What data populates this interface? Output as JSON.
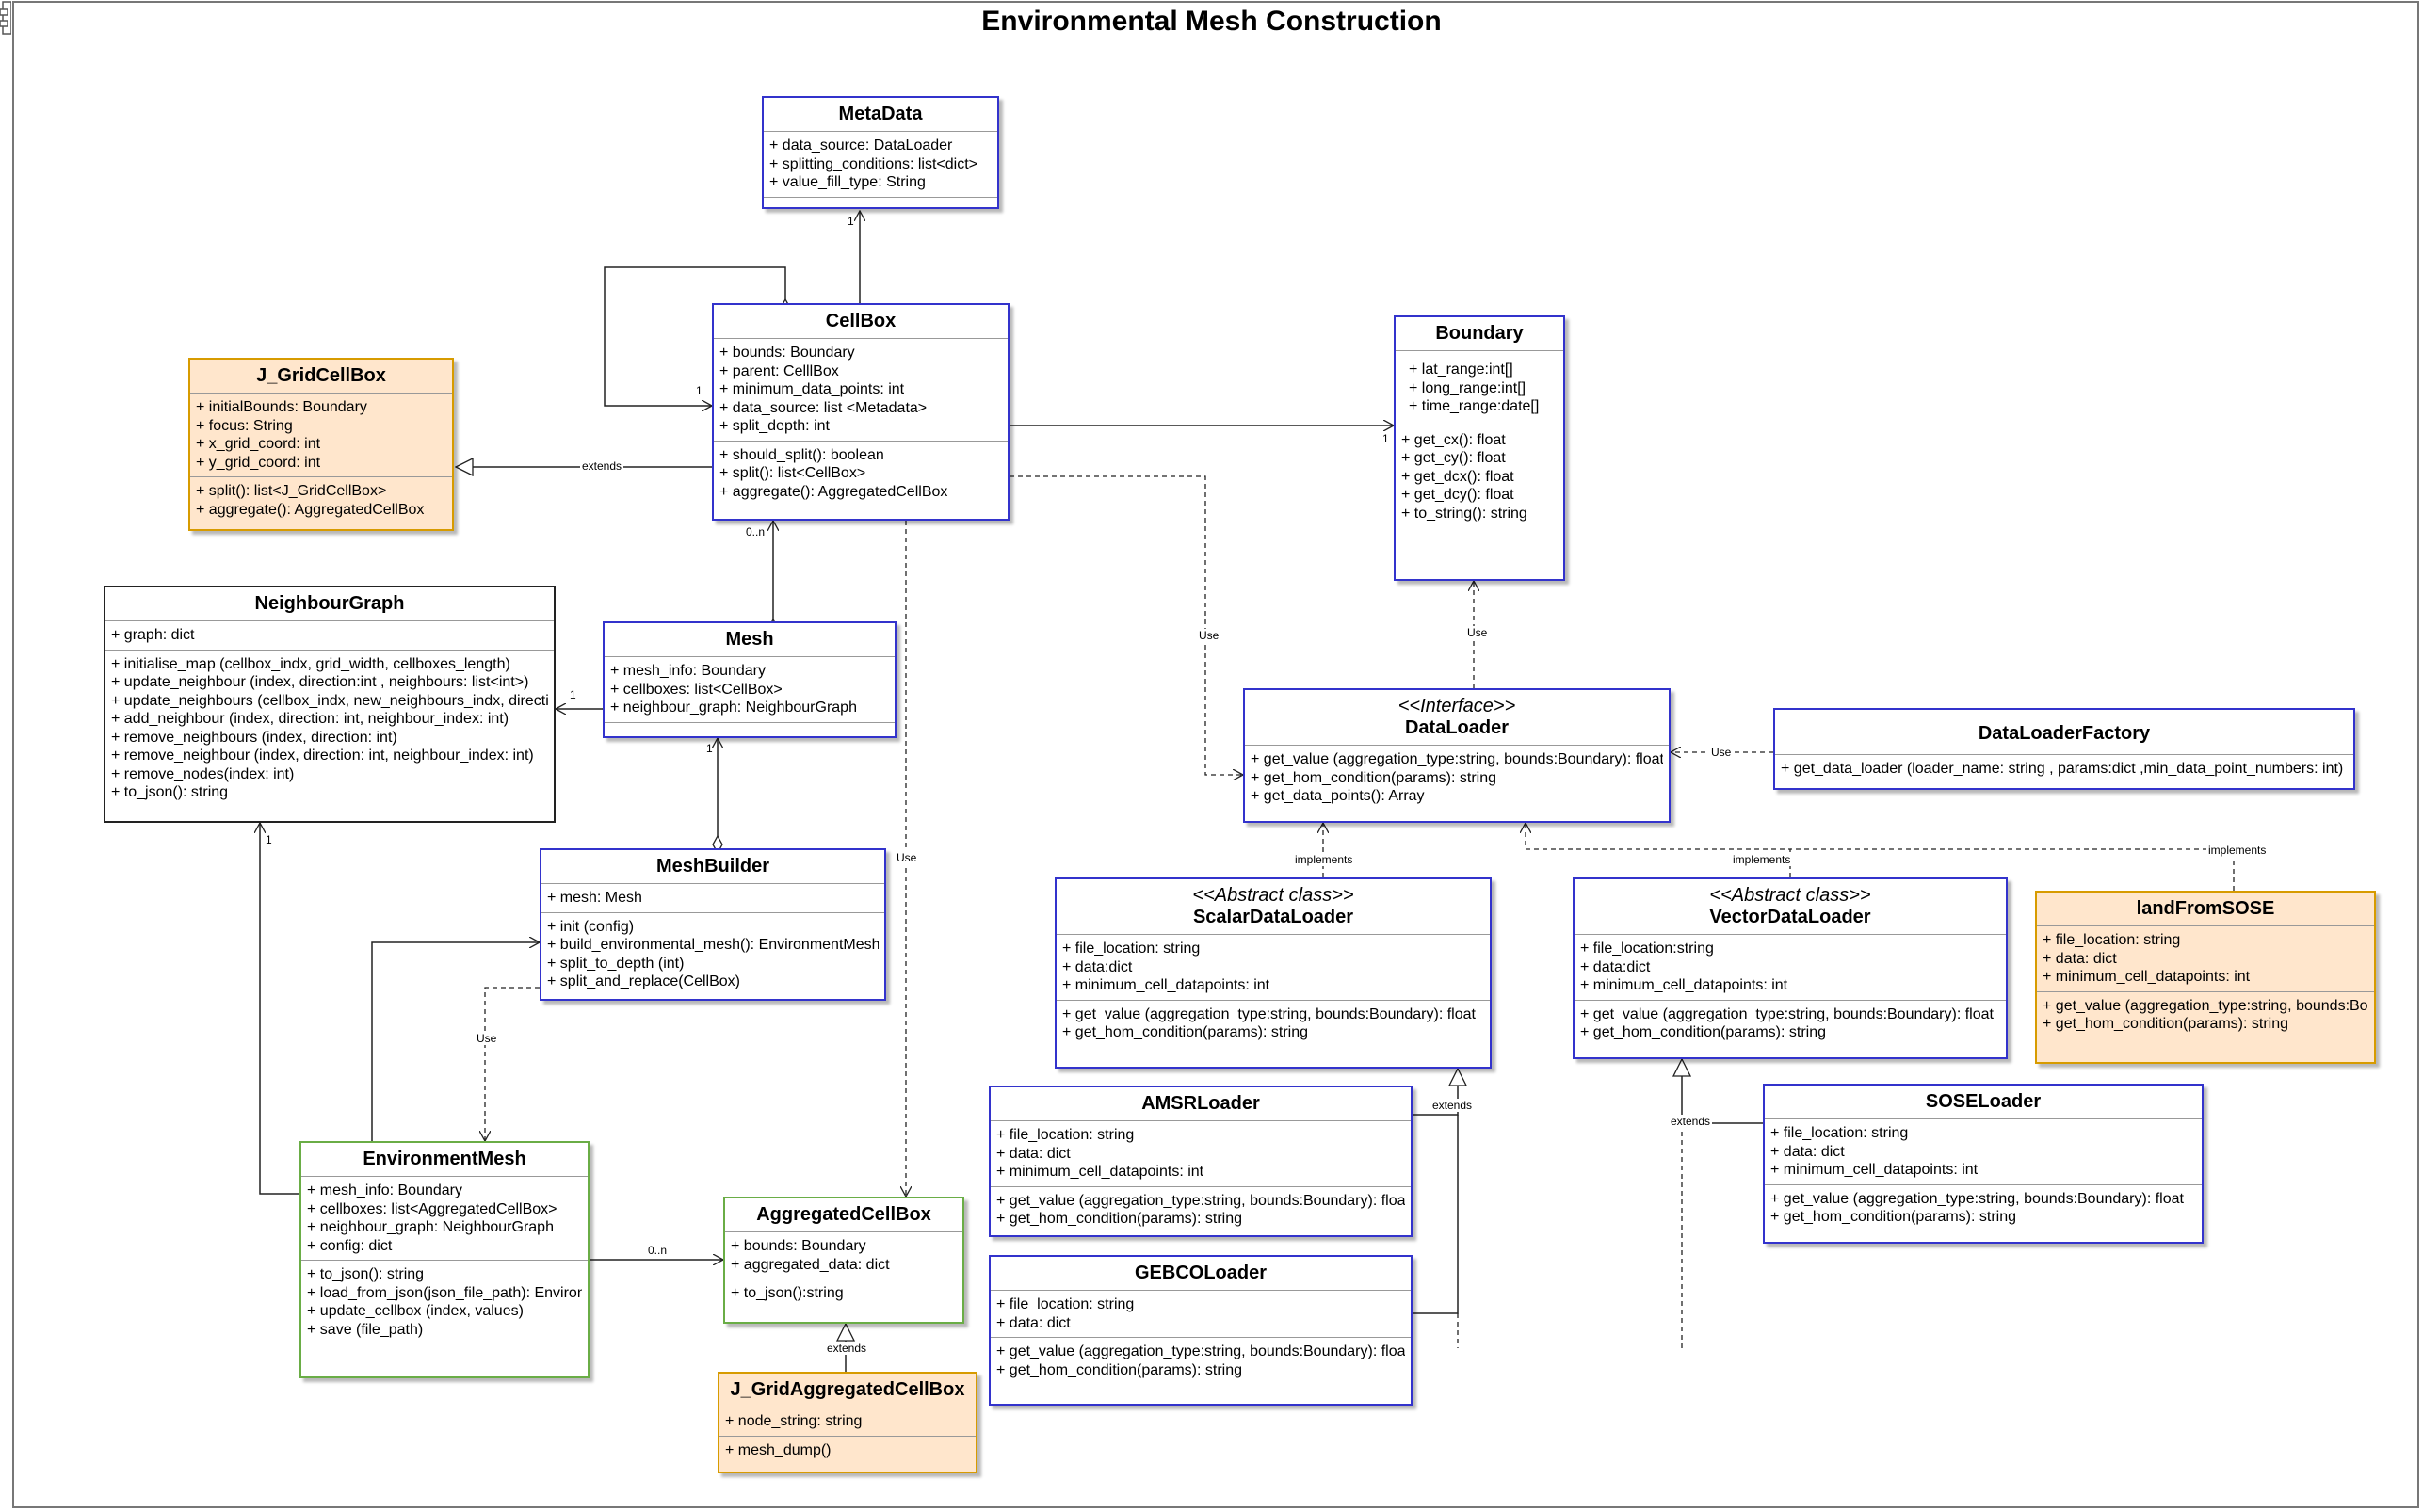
{
  "title": "Environmental Mesh Construction",
  "classes": {
    "metadata": {
      "name": "MetaData",
      "attrs": [
        "+ data_source: DataLoader",
        "+ splitting_conditions: list<dict>",
        "+ value_fill_type: String"
      ],
      "methods": []
    },
    "cellbox": {
      "name": "CellBox",
      "attrs": [
        "+ bounds: Boundary",
        "+ parent: CelllBox",
        "+ minimum_data_points: int",
        "+ data_source: list <Metadata>",
        "+ split_depth: int"
      ],
      "methods": [
        "+ should_split(): boolean",
        "+ split(): list<CellBox>",
        "+ aggregate(): AggregatedCellBox"
      ]
    },
    "boundary": {
      "name": "Boundary",
      "attrs": [
        "+ lat_range:int[]",
        "+ long_range:int[]",
        "+ time_range:date[]"
      ],
      "methods": [
        "+ get_cx(): float",
        "+ get_cy(): float",
        "+ get_dcx(): float",
        "+ get_dcy(): float",
        "+ to_string(): string"
      ]
    },
    "jgridcellbox": {
      "name": "J_GridCellBox",
      "attrs": [
        "+ initialBounds: Boundary",
        "+ focus: String",
        "+ x_grid_coord: int",
        "+ y_grid_coord: int"
      ],
      "methods": [
        "+ split(): list<J_GridCellBox>",
        "+ aggregate(): AggregatedCellBox"
      ]
    },
    "neighbourgraph": {
      "name": "NeighbourGraph",
      "attrs": [
        "+ graph: dict"
      ],
      "methods": [
        "+ initialise_map (cellbox_indx, grid_width, cellboxes_length)",
        "+ update_neighbour (index, direction:int , neighbours: list<int>)",
        "+ update_neighbours (cellbox_indx, new_neighbours_indx, direction",
        "+ add_neighbour (index, direction: int, neighbour_index: int)",
        "+ remove_neighbours (index, direction: int)",
        "+ remove_neighbour (index, direction: int, neighbour_index: int)",
        "+ remove_nodes(index: int)",
        "+ to_json(): string"
      ]
    },
    "mesh": {
      "name": "Mesh",
      "attrs": [
        "+ mesh_info: Boundary",
        "+ cellboxes: list<CellBox>",
        "+ neighbour_graph: NeighbourGraph"
      ],
      "methods": []
    },
    "meshbuilder": {
      "name": "MeshBuilder",
      "attrs": [
        "+ mesh: Mesh"
      ],
      "methods": [
        "+ init (config)",
        "+ build_environmental_mesh(): EnvironmentMesh",
        "+ split_to_depth (int)",
        "+ split_and_replace(CellBox)"
      ]
    },
    "environmentmesh": {
      "name": "EnvironmentMesh",
      "attrs": [
        "+ mesh_info: Boundary",
        "+ cellboxes: list<AggregatedCellBox>",
        "+ neighbour_graph: NeighbourGraph",
        "+ config: dict"
      ],
      "methods": [
        "+ to_json(): string",
        "+ load_from_json(json_file_path): Environm",
        "+ update_cellbox (index, values)",
        "+ save (file_path)"
      ]
    },
    "aggregatedcellbox": {
      "name": "AggregatedCellBox",
      "attrs": [
        "+ bounds: Boundary",
        "+ aggregated_data: dict"
      ],
      "methods": [
        "+ to_json():string"
      ]
    },
    "jgridaggregated": {
      "name": "J_GridAggregatedCellBox",
      "attrs": [
        "+ node_string: string"
      ],
      "methods": [
        "+ mesh_dump()"
      ]
    },
    "dataloader": {
      "stereotype": "<<Interface>>",
      "name": "DataLoader",
      "attrs": [
        "+ get_value (aggregation_type:string, bounds:Boundary): float",
        "+ get_hom_condition(params): string",
        "+ get_data_points(): Array"
      ],
      "methods": []
    },
    "dataloaderfactory": {
      "name": "DataLoaderFactory",
      "attrs": [
        "+ get_data_loader (loader_name: string , params:dict ,min_data_point_numbers: int)"
      ],
      "methods": []
    },
    "scalardataloader": {
      "stereotype": "<<Abstract class>>",
      "name": "ScalarDataLoader",
      "attrs": [
        "+ file_location: string",
        "+ data:dict",
        "+ minimum_cell_datapoints: int"
      ],
      "methods": [
        "+ get_value (aggregation_type:string, bounds:Boundary): float",
        "+ get_hom_condition(params): string"
      ]
    },
    "vectordataloader": {
      "stereotype": "<<Abstract class>>",
      "name": "VectorDataLoader",
      "attrs": [
        "+ file_location:string",
        "+ data:dict",
        "+ minimum_cell_datapoints: int"
      ],
      "methods": [
        "+ get_value (aggregation_type:string, bounds:Boundary): float",
        "+ get_hom_condition(params): string"
      ]
    },
    "landfromsose": {
      "name": "landFromSOSE",
      "attrs": [
        "+ file_location: string",
        "+ data: dict",
        "+ minimum_cell_datapoints: int"
      ],
      "methods": [
        "+ get_value (aggregation_type:string, bounds:Bour",
        "+ get_hom_condition(params): string"
      ]
    },
    "amsrloader": {
      "name": "AMSRLoader",
      "attrs": [
        "+ file_location: string",
        "+ data: dict",
        "+ minimum_cell_datapoints: int"
      ],
      "methods": [
        "+ get_value (aggregation_type:string, bounds:Boundary): float",
        "+ get_hom_condition(params): string"
      ]
    },
    "gebcoloader": {
      "name": "GEBCOLoader",
      "attrs": [
        "+ file_location: string",
        "+ data: dict"
      ],
      "methods": [
        "+ get_value (aggregation_type:string, bounds:Boundary): float",
        "+ get_hom_condition(params): string"
      ]
    },
    "soseloader": {
      "name": "SOSELoader",
      "attrs": [
        "+ file_location: string",
        "+ data: dict",
        "+ minimum_cell_datapoints: int"
      ],
      "methods": [
        "+ get_value (aggregation_type:string, bounds:Boundary): float",
        "+ get_hom_condition(params): string"
      ]
    }
  },
  "labels": {
    "extends": "extends",
    "use": "Use",
    "implements": "implements",
    "one": "1",
    "zero_n": "0..n"
  }
}
